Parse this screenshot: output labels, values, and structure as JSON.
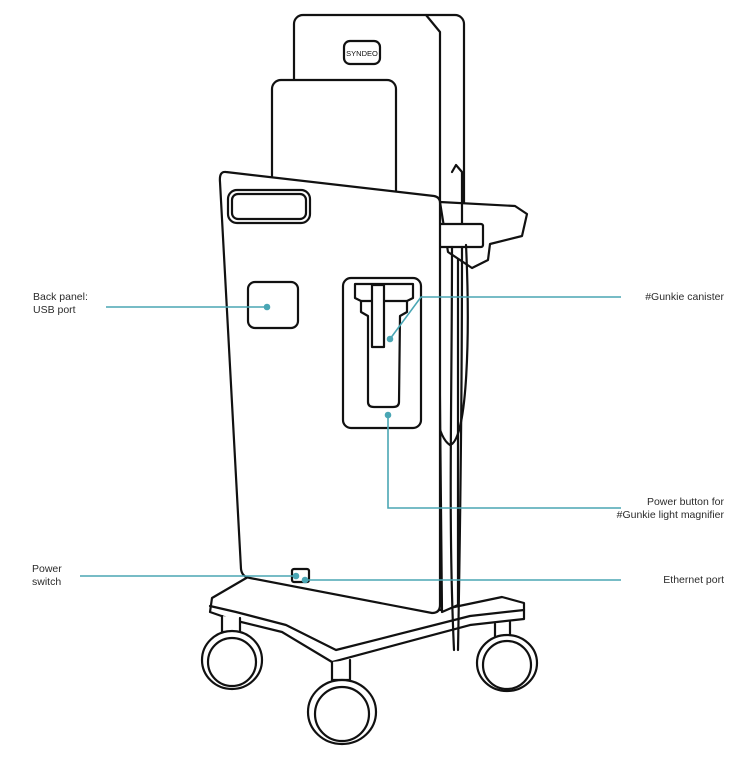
{
  "diagram": {
    "brand_badge": "SYNDEO",
    "colors": {
      "outline": "#111111",
      "callout": "#4aa6b4",
      "text": "#2b2b2b"
    },
    "callouts": {
      "usb": {
        "line1": "Back panel:",
        "line2": "USB port"
      },
      "canister": {
        "line1": "#Gunkie canister"
      },
      "power_button": {
        "line1": "Power button for",
        "line2": "#Gunkie light magnifier"
      },
      "power_switch": {
        "line1": "Power",
        "line2": "switch"
      },
      "ethernet": {
        "line1": "Ethernet port"
      }
    }
  }
}
